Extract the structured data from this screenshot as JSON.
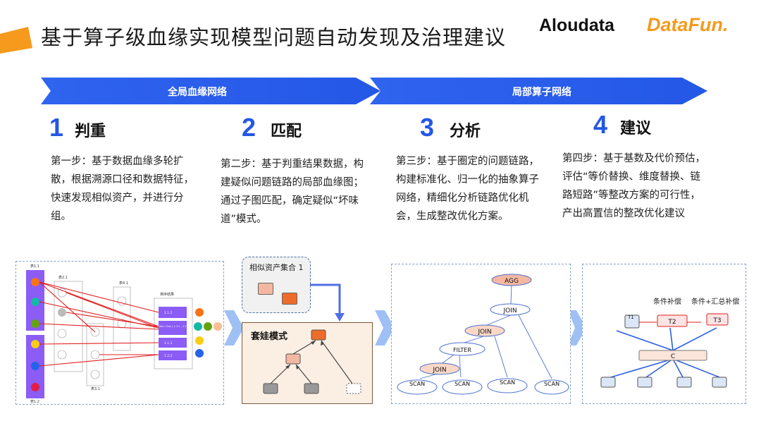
{
  "header": {
    "title": "基于算子级血缘实现模型问题自动发现及治理建议",
    "logo_aloudata": "Aloudata",
    "logo_datafun": "DataFun."
  },
  "banner": {
    "left_label": "全局血缘网络",
    "right_label": "局部算子网络"
  },
  "steps": [
    {
      "num": "1",
      "title": "判重",
      "text": "第一步：基于数据血缘多轮扩散，根据溯源口径和数据特征，快速发现相似资产，并进行分组。"
    },
    {
      "num": "2",
      "title": "匹配",
      "text": "第二步：基于判重结果数据，构建疑似问题链路的局部血缘图；通过子图匹配，确定疑似“坏味道”模式。"
    },
    {
      "num": "3",
      "title": "分析",
      "text": "第三步：基于圈定的问题链路，构建标准化、归一化的抽象算子网络，精细化分析链路优化机会，生成整改优化方案。"
    },
    {
      "num": "4",
      "title": "建议",
      "text": "第四步：基于基数及代价预估，评估“等价替换、维度替换、链路短路”等整改方案的可行性，产出高置信的整改优化建议"
    }
  ],
  "panel1": {
    "table_labels": [
      "表1.1",
      "表2.1",
      "表4.1",
      "表3.1",
      "表1.2"
    ],
    "result_title": "排序结果",
    "result_items": [
      "1.1.1",
      "Ran ( Ran ( 1.1.2 , 1.1 ) , 1.1.1 )",
      "1.1.1",
      "1.2.2"
    ]
  },
  "panel2": {
    "group_label": "相似资产集合 1",
    "pattern_label": "套娃模式"
  },
  "panel3": {
    "nodes": [
      "AGG",
      "JOIN",
      "JOIN",
      "FILTER",
      "JOIN",
      "SCAN",
      "SCAN",
      "SCAN",
      "SCAN"
    ]
  },
  "panel4": {
    "label_cond": "条件补偿",
    "label_cond_agg": "条件+汇总补偿",
    "nodes": [
      "T1",
      "T2",
      "T3",
      "C"
    ]
  },
  "colors": {
    "brand_blue": "#2457e6",
    "orange": "#f59a1c",
    "agg_fill": "#f4b7a2",
    "join_fill": "#fbd7c6",
    "purple": "#8b5cf6"
  }
}
